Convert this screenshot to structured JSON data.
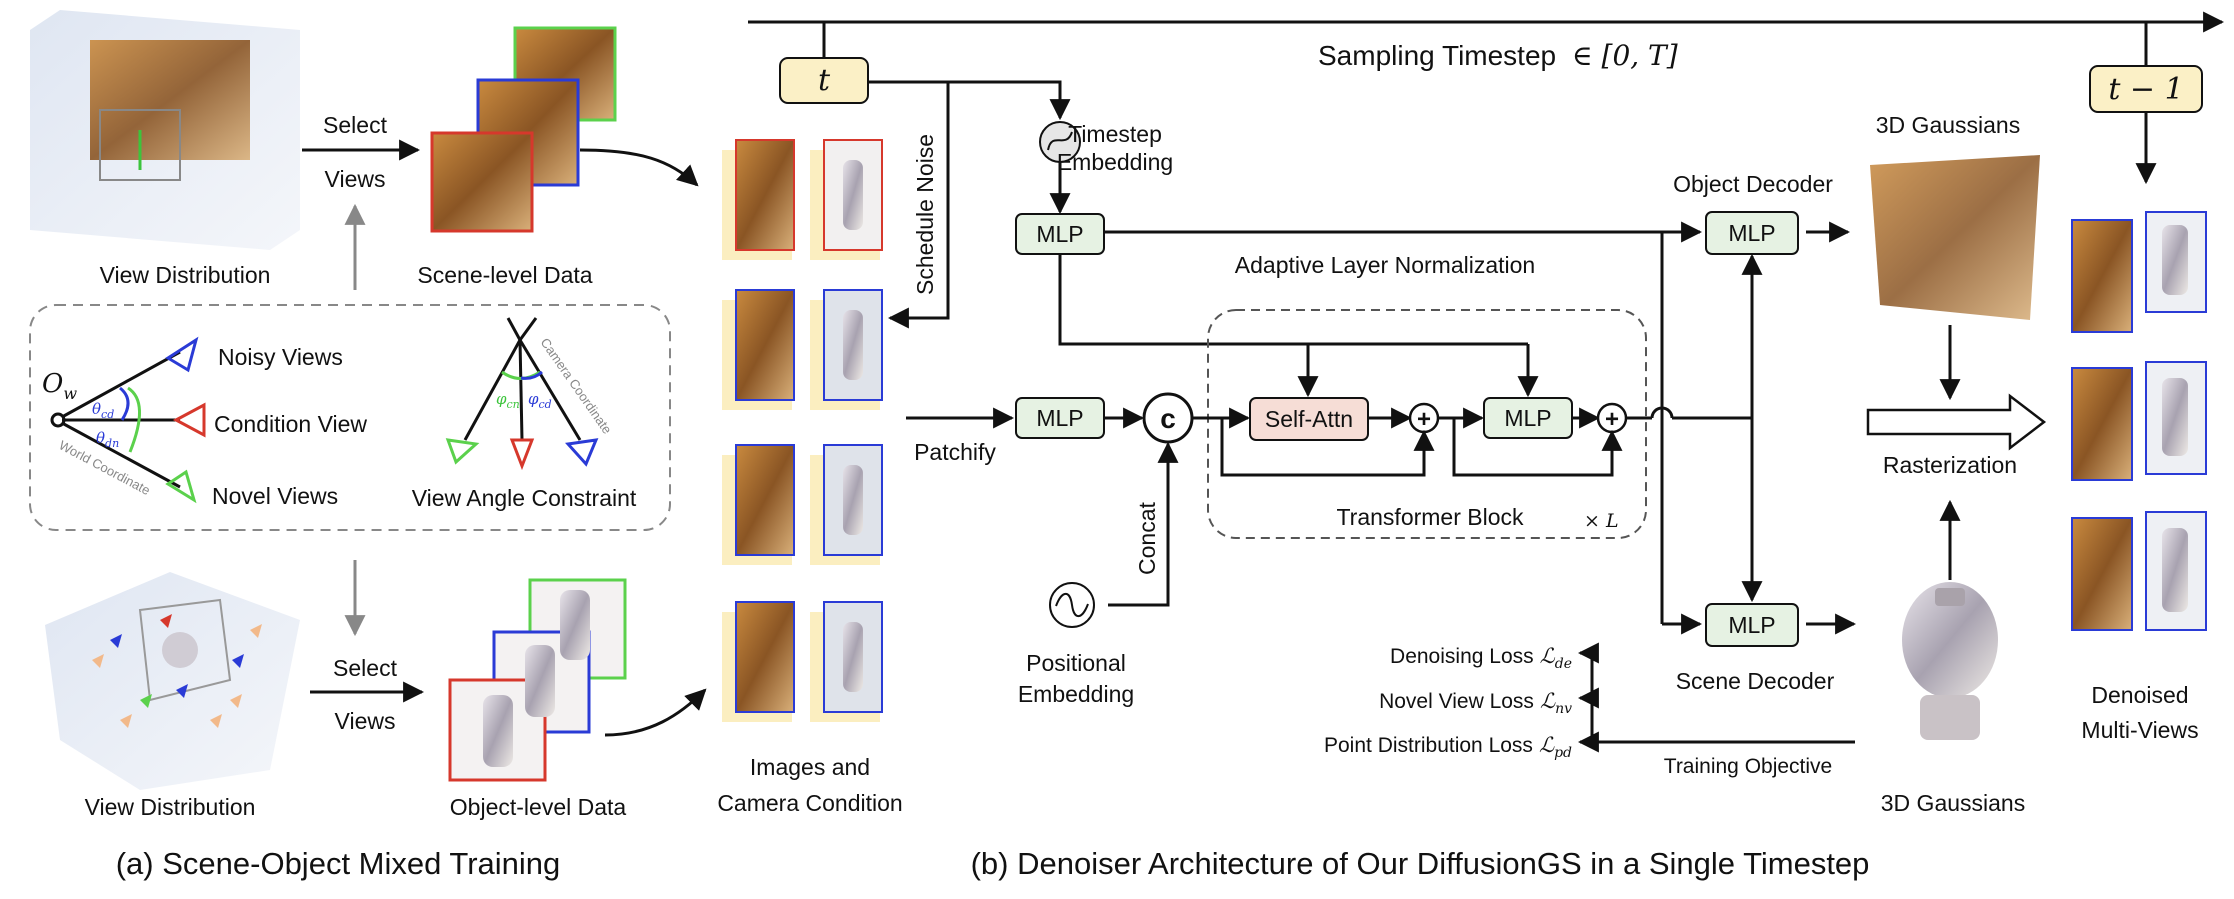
{
  "part_a": {
    "caption": "(a) Scene-Object Mixed Training",
    "view_distribution_top": "View Distribution",
    "view_distribution_bottom": "View Distribution",
    "select_top": "Select",
    "views_top": "Views",
    "select_bottom": "Select",
    "views_bottom": "Views",
    "scene_level_data": "Scene-level Data",
    "object_level_data": "Object-level Data",
    "legend": {
      "origin_symbol": "O",
      "origin_sub": "w",
      "theta_cd": "θ",
      "theta_cd_sub": "cd",
      "theta_dn": "θ",
      "theta_dn_sub": "dn",
      "noisy_views": "Noisy Views",
      "condition_view": "Condition View",
      "novel_views": "Novel Views",
      "world_coordinate": "World Coordinate",
      "camera_coordinate": "Camera Coordinate",
      "phi_cn": "φ",
      "phi_cn_sub": "cn",
      "phi_cd": "φ",
      "phi_cd_sub": "cd",
      "view_angle_constraint": "View Angle Constraint"
    }
  },
  "part_b": {
    "caption": "(b) Denoiser Architecture of Our DiffusionGS in a Single Timestep",
    "t_label": "t",
    "t_minus_1": "t − 1",
    "sampling_timestep": "Sampling Timestep",
    "sampling_range": "∈ [0,  T]",
    "schedule_noise": "Schedule Noise",
    "timestep_embedding_1": "Timestep",
    "timestep_embedding_2": "Embedding",
    "mlp": "MLP",
    "adaptive_layer_norm": "Adaptive Layer Normalization",
    "patchify": "Patchify",
    "concat_symbol": "c",
    "concat": "Concat",
    "self_attn": "Self-Attn",
    "plus": "+",
    "transformer_block": "Transformer Block",
    "times_l": "× L",
    "positional_embedding_1": "Positional",
    "positional_embedding_2": "Embedding",
    "images_condition_1": "Images and",
    "images_condition_2": "Camera Condition",
    "object_decoder": "Object Decoder",
    "scene_decoder": "Scene Decoder",
    "gaussians_top": "3D Gaussians",
    "gaussians_bottom": "3D Gaussians",
    "rasterization": "Rasterization",
    "denoised_1": "Denoised",
    "denoised_2": "Multi-Views",
    "training_objective": "Training Objective",
    "losses": [
      {
        "name": "Denoising Loss",
        "symbol": "ℒ",
        "sub": "de"
      },
      {
        "name": "Novel View Loss",
        "symbol": "ℒ",
        "sub": "nv"
      },
      {
        "name": "Point Distribution Loss",
        "symbol": "ℒ",
        "sub": "pd"
      }
    ]
  },
  "colors": {
    "mlp_fill": "#e6f2e3",
    "attn_fill": "#f6ddd6",
    "t_fill": "#fbf0c6",
    "red": "#d6382c",
    "blue": "#2a3bd6",
    "green": "#5bd14c"
  }
}
